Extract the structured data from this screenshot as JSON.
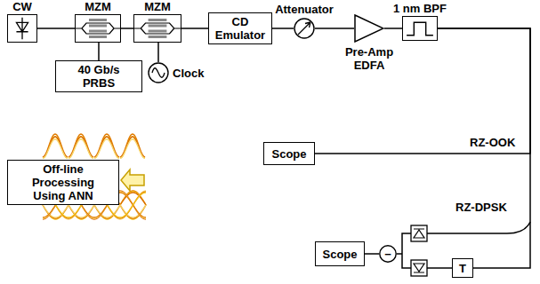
{
  "diagram": {
    "nodes": [
      {
        "text": [
          "CW"
        ]
      },
      {
        "text": [
          "MZM"
        ]
      },
      {
        "text": [
          "40 Gb/s PRBS"
        ]
      },
      {
        "text": [
          "MZM"
        ]
      },
      {
        "text": [
          "Clock"
        ]
      },
      {
        "text": [
          "CD Emulator"
        ]
      },
      {
        "text": [
          "Attenuator"
        ]
      },
      {
        "text": [
          "Pre-Amp EDFA"
        ]
      },
      {
        "text": [
          "1 nm BPF"
        ]
      },
      {
        "text": [
          "Scope"
        ]
      },
      {
        "text": [
          "Off-line Processing Using ANN"
        ]
      },
      {
        "text": [
          "Scope"
        ]
      },
      {
        "text": [
          "−"
        ]
      },
      {
        "text": [
          "T"
        ]
      }
    ],
    "edges": [
      {
        "from": 0,
        "to": 1,
        "arrow": "none"
      },
      {
        "from": 2,
        "to": 1,
        "arrow": "none"
      },
      {
        "from": 1,
        "to": 3,
        "arrow": "none"
      },
      {
        "from": 4,
        "to": 3,
        "arrow": "none"
      },
      {
        "from": 3,
        "to": 5,
        "arrow": "none"
      },
      {
        "from": 5,
        "to": 6,
        "arrow": "none"
      },
      {
        "from": 6,
        "to": 7,
        "arrow": "none"
      },
      {
        "from": 7,
        "to": 8,
        "arrow": "none"
      },
      {
        "from": 8,
        "to": 9,
        "arrow": "none"
      },
      {
        "from": 8,
        "to": 13,
        "arrow": "none"
      },
      {
        "from": 12,
        "to": 11,
        "arrow": "none"
      }
    ],
    "labels": [
      "RZ-OOK",
      "RZ-DPSK"
    ]
  }
}
